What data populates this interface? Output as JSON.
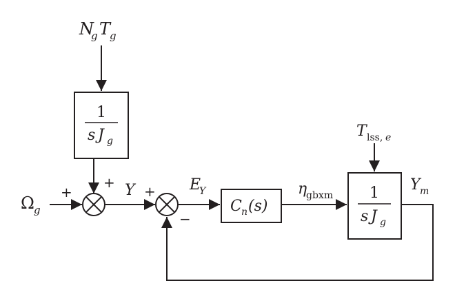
{
  "inputs": {
    "omega": {
      "main": "Ω",
      "sub": "g"
    },
    "torque_in": {
      "n": "N",
      "n_sub": "g",
      "t": "T",
      "t_sub": "g"
    },
    "load_torque": {
      "main": "T",
      "sub": "lss,",
      "sub_italic": "e"
    }
  },
  "blocks": {
    "inertia_left": {
      "numerator": "1",
      "den_s": "s",
      "den_J": "J",
      "den_sub": "g"
    },
    "controller": {
      "main": "C",
      "sub": "n",
      "arg": "(s)"
    },
    "inertia_right": {
      "numerator": "1",
      "den_s": "s",
      "den_J": "J",
      "den_sub": "g"
    }
  },
  "signals": {
    "y": "Y",
    "error": {
      "main": "E",
      "sub": "Y"
    },
    "eta": {
      "main": "η",
      "sub": "gbxm"
    },
    "output": {
      "main": "Y",
      "sub": "m"
    }
  },
  "signs": {
    "sum1_left": "+",
    "sum1_top": "+",
    "sum2_left": "+",
    "sum2_bottom": "−"
  }
}
